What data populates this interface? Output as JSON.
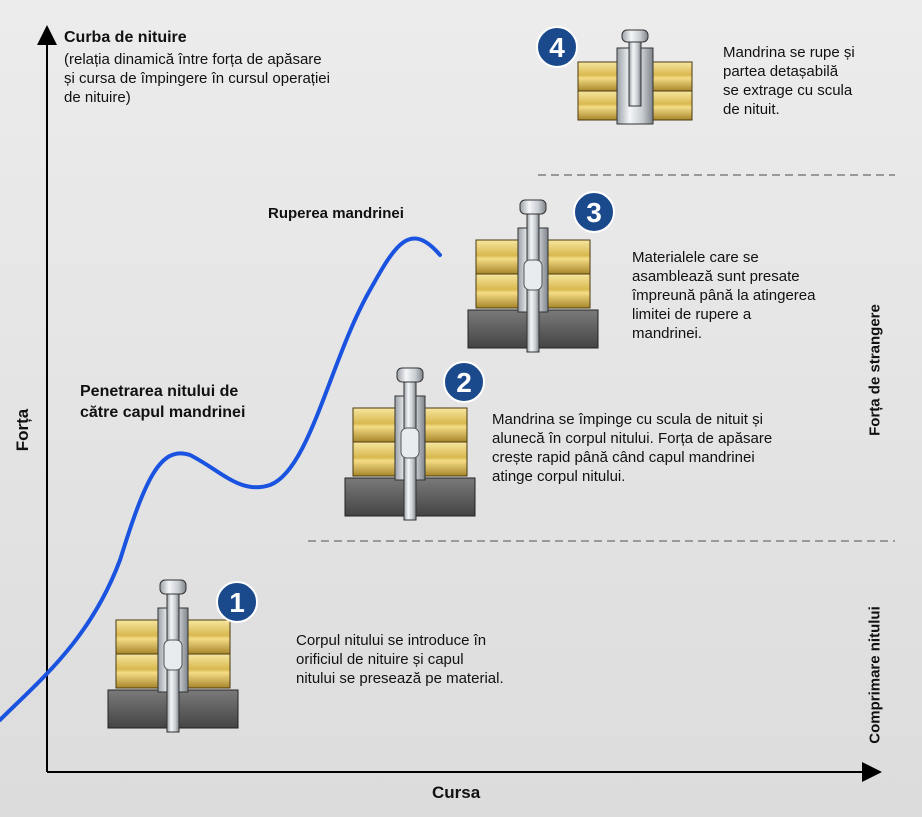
{
  "chart_title": "Curba de nituire",
  "chart_subtitle": "(relația dinamică între forța de apăsare\nși cursa de împingere în cursul operației\nde nituire)",
  "y_axis_label": "Forța",
  "x_axis_label": "Cursa",
  "curve_labels": {
    "penetration": "Penetrarea nitului de\ncătre capul mandrinei",
    "break": "Ruperea mandrinei"
  },
  "phase_labels": {
    "clamping": "Forța de strangere",
    "compression": "Comprimare nitului"
  },
  "steps": [
    {
      "number": "1",
      "text": "Corpul nitului se introduce în\norificiul de nituire și capul\nnitului se presează pe material."
    },
    {
      "number": "2",
      "text": "Mandrina se împinge cu scula de nituit și\nalunecă în corpul nitului. Forța de apăsare\ncrește rapid până când capul mandrinei\natinge corpul nitului."
    },
    {
      "number": "3",
      "text": "Materialele care se\nasamblează sunt presate\nîmpreună până la atingerea\nlimitei de rupere a\nmandrinei."
    },
    {
      "number": "4",
      "text": "Mandrina se rupe și\npartea detașabilă\nse extrage cu scula\nde nituit."
    }
  ],
  "colors": {
    "curve": "#1a53e0",
    "badge": "#1a4a8c",
    "plate_light": "#f2dc8a",
    "plate_dark": "#b08f2c",
    "base": "#5d5d5d",
    "rivet": "#d9dde2"
  }
}
